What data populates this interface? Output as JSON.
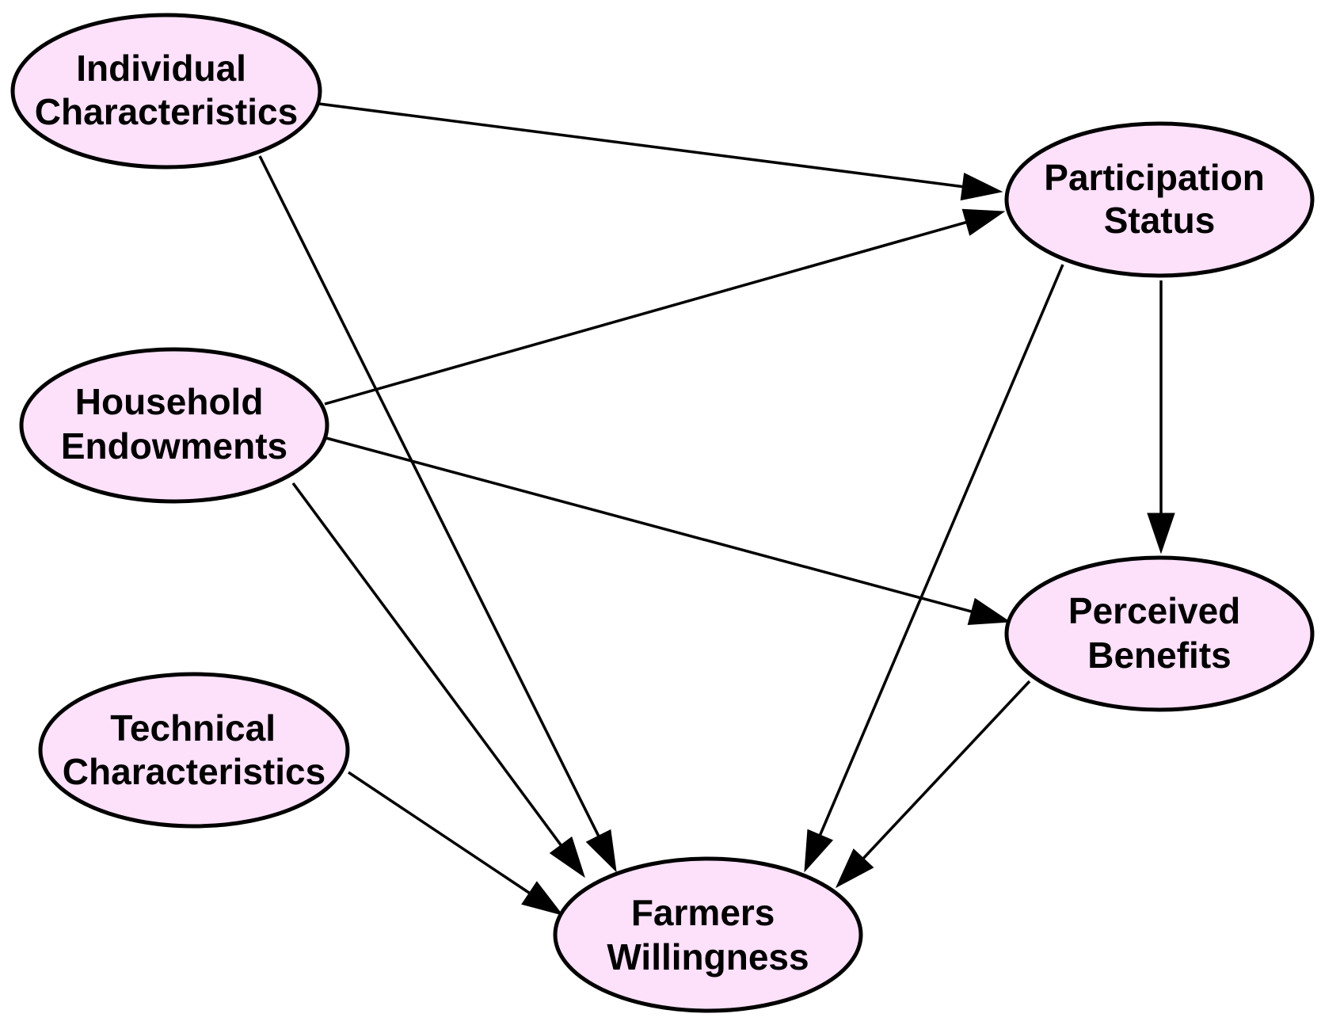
{
  "colors": {
    "node_fill": "#fde0fa",
    "node_stroke": "#000000",
    "edge": "#000000",
    "background": "#ffffff"
  },
  "nodes": [
    {
      "id": "individual",
      "lines": [
        "Individual",
        "Characteristics"
      ]
    },
    {
      "id": "household",
      "lines": [
        "Household",
        "Endowments"
      ]
    },
    {
      "id": "technical",
      "lines": [
        "Technical",
        "Characteristics"
      ]
    },
    {
      "id": "participation",
      "lines": [
        "Participation",
        "Status"
      ]
    },
    {
      "id": "perceived",
      "lines": [
        "Perceived",
        "Benefits"
      ]
    },
    {
      "id": "farmers",
      "lines": [
        "Farmers",
        "Willingness"
      ]
    }
  ],
  "edges": [
    {
      "from": "individual",
      "to": "participation"
    },
    {
      "from": "individual",
      "to": "farmers"
    },
    {
      "from": "household",
      "to": "participation"
    },
    {
      "from": "household",
      "to": "perceived"
    },
    {
      "from": "household",
      "to": "farmers"
    },
    {
      "from": "technical",
      "to": "farmers"
    },
    {
      "from": "participation",
      "to": "perceived"
    },
    {
      "from": "participation",
      "to": "farmers"
    },
    {
      "from": "perceived",
      "to": "farmers"
    }
  ]
}
